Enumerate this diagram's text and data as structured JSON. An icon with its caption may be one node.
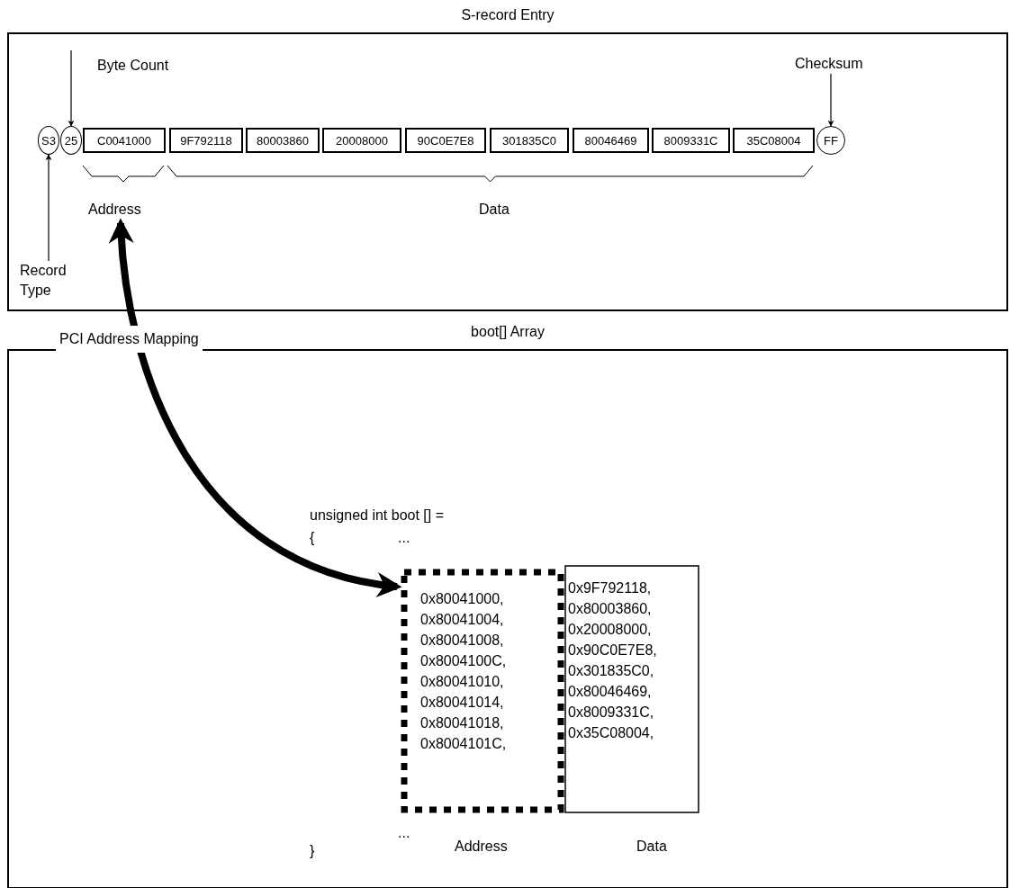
{
  "diagram": {
    "nodes": [
      {
        "text": [
          "S-record Entry"
        ]
      },
      {
        "text": [
          "S3"
        ],
        "in": 0
      },
      {
        "text": [
          "25"
        ],
        "in": 0
      },
      {
        "text": [
          "C0041000"
        ],
        "in": 0
      },
      {
        "text": [
          "9F792118"
        ],
        "in": 0
      },
      {
        "text": [
          "80003860"
        ],
        "in": 0
      },
      {
        "text": [
          "20008000"
        ],
        "in": 0
      },
      {
        "text": [
          "90C0E7E8"
        ],
        "in": 0
      },
      {
        "text": [
          "301835C0"
        ],
        "in": 0
      },
      {
        "text": [
          "80046469"
        ],
        "in": 0
      },
      {
        "text": [
          "8009331C"
        ],
        "in": 0
      },
      {
        "text": [
          "35C08004"
        ],
        "in": 0
      },
      {
        "text": [
          "FF"
        ],
        "in": 0
      },
      {
        "text": [
          "Byte Count"
        ],
        "in": 0
      },
      {
        "text": [
          "Checksum"
        ],
        "in": 0
      },
      {
        "text": [
          "Record Type"
        ],
        "in": 0
      },
      {
        "text": [
          "Address"
        ],
        "in": 0
      },
      {
        "text": [
          "Data"
        ],
        "in": 0
      },
      {
        "text": [
          "boot[] Array"
        ]
      },
      {
        "text": [
          "0x80041000,",
          "0x80041004,",
          "0x80041008,",
          "0x8004100C,",
          "0x80041010,",
          "0x80041014,",
          "0x80041018,",
          "0x8004101C,"
        ],
        "in": 18,
        "beside": [
          "Address"
        ]
      },
      {
        "text": [
          "0x9F792118,",
          "0x80003860,",
          "0x20008000,",
          "0x90C0E7E8,",
          "0x301835C0,",
          "0x80046469,",
          "0x8009331C,",
          "0x35C08004,"
        ],
        "in": 18,
        "beside": [
          "Data"
        ]
      }
    ],
    "edges": [
      {
        "from": 13,
        "to": 2,
        "arrow": "to"
      },
      {
        "from": 14,
        "to": 12,
        "arrow": "to"
      },
      {
        "from": 15,
        "to": 1,
        "arrow": "to"
      },
      {
        "from": 16,
        "to": 19,
        "arrow": "both",
        "style": "thick",
        "label": "PCI Address Mapping"
      }
    ],
    "labels": [
      "unsigned int boot [] =",
      "{",
      "...",
      "...",
      "}"
    ]
  }
}
